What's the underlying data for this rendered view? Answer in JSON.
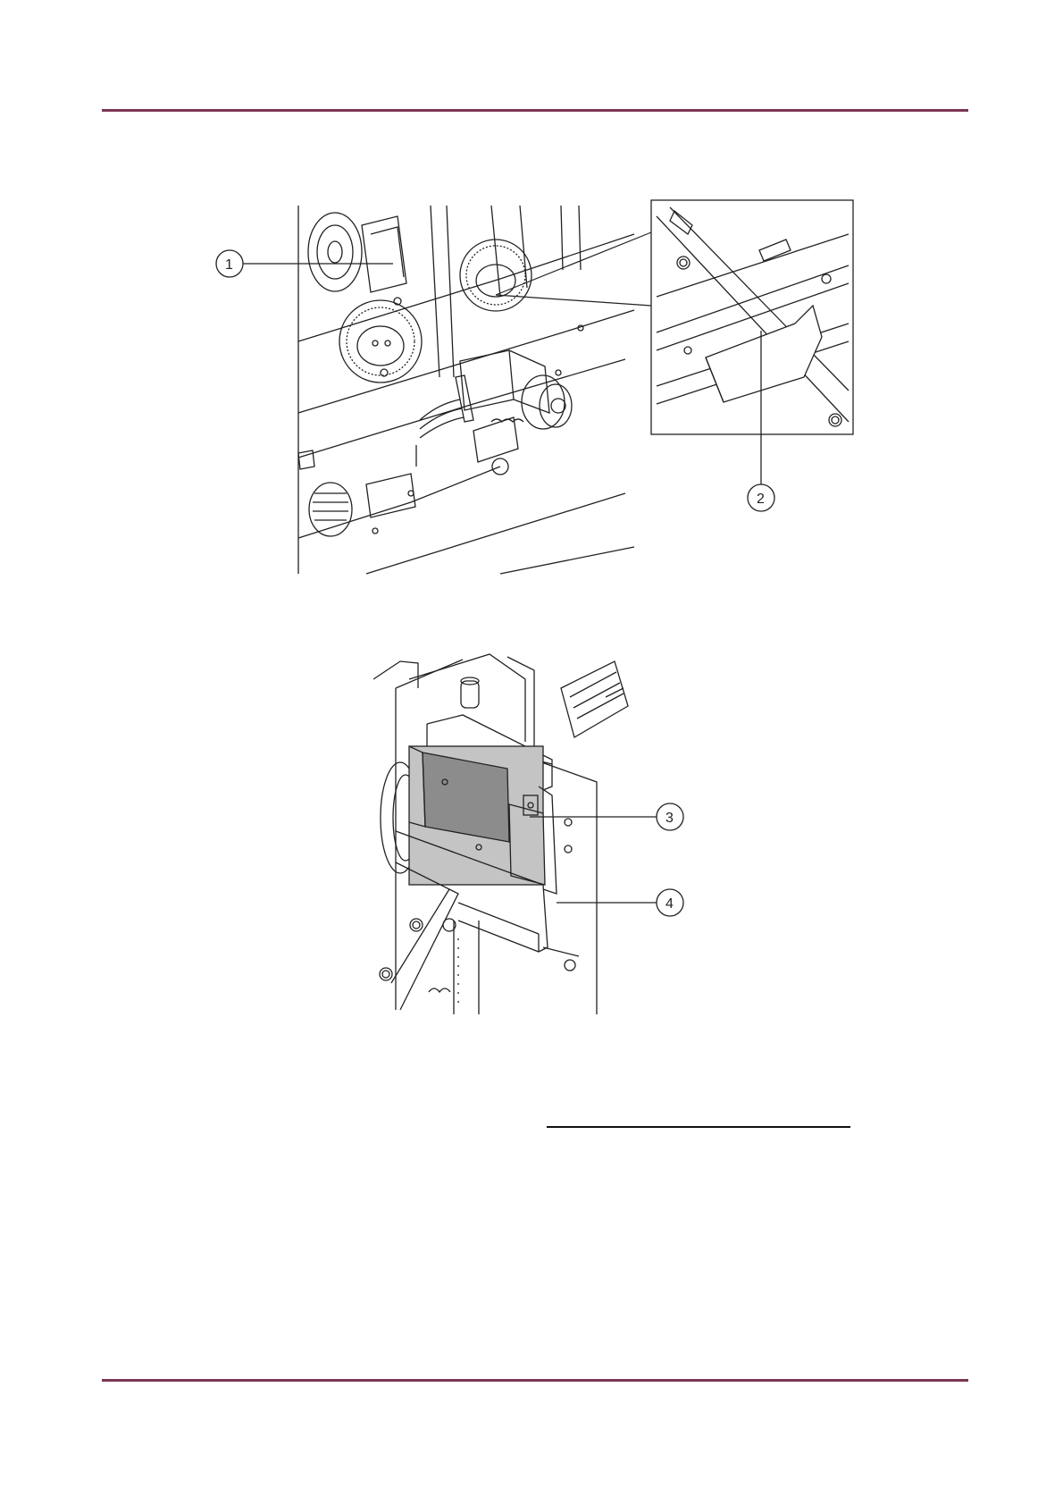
{
  "colors": {
    "rule": "#7a3553",
    "ink": "#222222",
    "highlight_dark": "#8c8c8c",
    "highlight_light": "#c4c4c4"
  },
  "figure1": {
    "callouts": [
      "1",
      "2"
    ]
  },
  "figure2": {
    "callouts": [
      "3",
      "4"
    ]
  }
}
